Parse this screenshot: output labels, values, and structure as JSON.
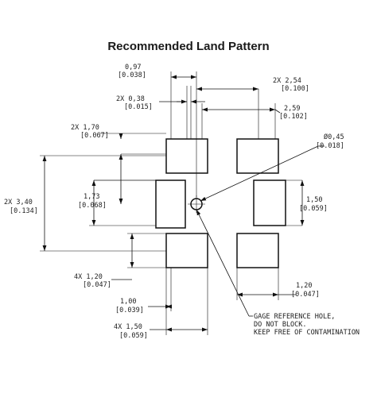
{
  "title": "Recommended Land Pattern",
  "dimensions": {
    "d097": [
      "0,97",
      "[0.038]"
    ],
    "d038": [
      "2X 0,38",
      "[0.015]"
    ],
    "d254": [
      "2X 2,54",
      "[0.100]"
    ],
    "d259": [
      "2,59",
      "[0.102]"
    ],
    "d170": [
      "2X 1,70",
      "[0.067]"
    ],
    "d045": [
      "Ø0,45",
      "[0.018]"
    ],
    "d340": [
      "2X 3,40",
      "[0.134]"
    ],
    "d173": [
      "1,73",
      "[0.068]"
    ],
    "d150v": [
      "1,50",
      "[0.059]"
    ],
    "d120a": [
      "4X 1,20",
      "[0.047]"
    ],
    "d120b": [
      "1,20",
      "[0.047]"
    ],
    "d100": [
      "1,00",
      "[0.039]"
    ],
    "d150h": [
      "4X 1,50",
      "[0.059]"
    ]
  },
  "note": [
    "GAGE REFERENCE HOLE,",
    "DO NOT BLOCK.",
    "KEEP FREE OF CONTAMINATION"
  ]
}
